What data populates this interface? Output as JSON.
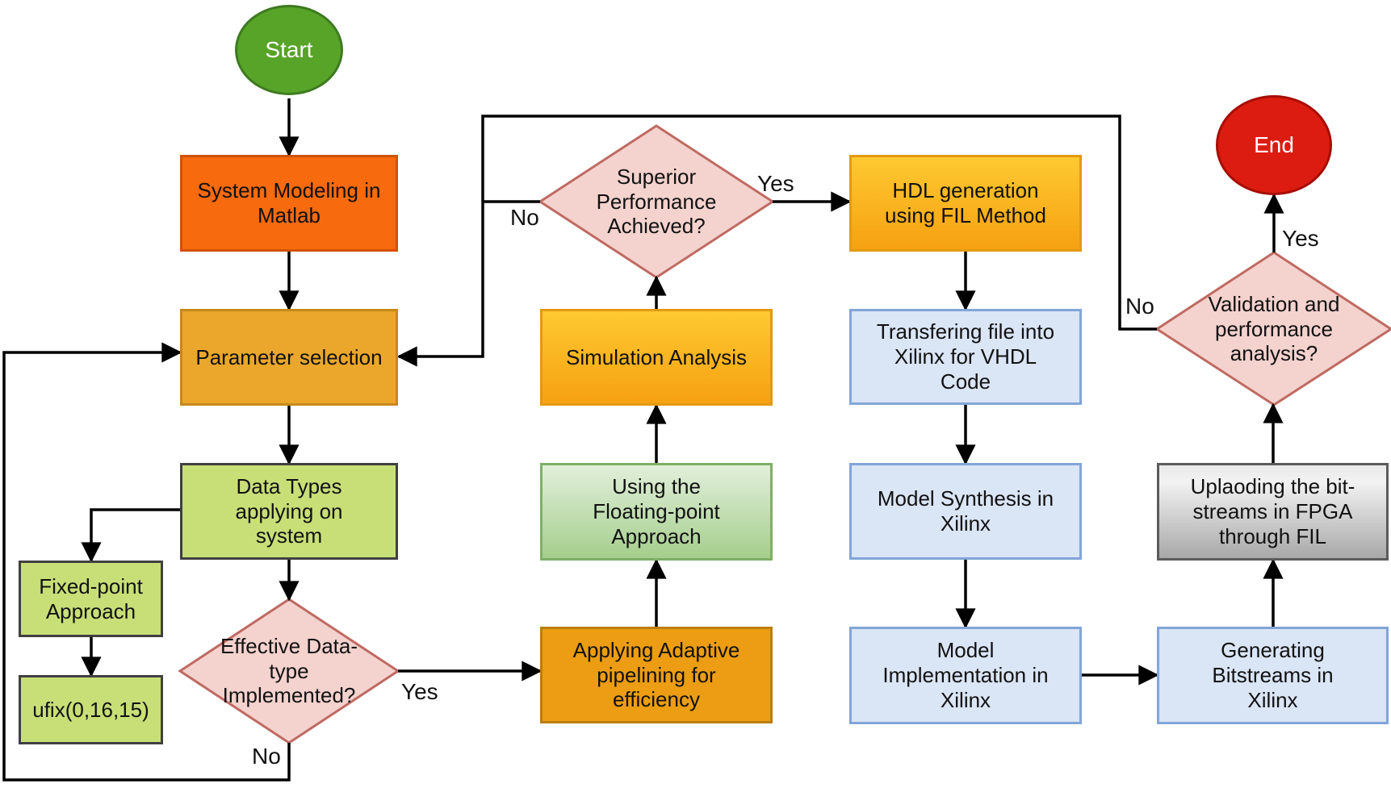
{
  "nodes": {
    "start": {
      "label": "Start"
    },
    "system_modeling": {
      "label": "System Modeling in Matlab"
    },
    "parameter_selection": {
      "label": "Parameter selection"
    },
    "data_types": {
      "label": "Data Types applying on system"
    },
    "fixed_point": {
      "label": "Fixed-point Approach"
    },
    "ufix": {
      "label": "ufix(0,16,15)"
    },
    "effective_decision": {
      "label": "Effective Data-type Implemented?"
    },
    "applying_adaptive": {
      "label": "Applying Adaptive pipelining for efficiency"
    },
    "floating_point": {
      "label": "Using the Floating-point Approach"
    },
    "simulation_analysis": {
      "label": "Simulation Analysis"
    },
    "superior_decision": {
      "label": "Superior Performance Achieved?"
    },
    "hdl_generation": {
      "label": "HDL generation using FIL Method"
    },
    "transfering_file": {
      "label": "Transfering file into Xilinx for VHDL Code"
    },
    "model_synthesis": {
      "label": "Model Synthesis in Xilinx"
    },
    "model_implementation": {
      "label": "Model Implementation in Xilinx"
    },
    "generating_bitstreams": {
      "label": "Generating Bitstreams in Xilinx"
    },
    "uploading_bitstreams": {
      "label": "Uplaoding the bit-streams in FPGA through FIL"
    },
    "validation_decision": {
      "label": "Validation and performance analysis?"
    },
    "end": {
      "label": "End"
    }
  },
  "edge_labels": {
    "effective_yes": "Yes",
    "effective_no": "No",
    "superior_yes": "Yes",
    "superior_no": "No",
    "validation_yes": "Yes",
    "validation_no": "No"
  },
  "colors": {
    "start_fill": "#57A428",
    "start_border": "#3E7A20",
    "end_fill": "#DC1C10",
    "end_border": "#A60D05",
    "process_orange_red": "#F76A0D",
    "process_amber": "#EAA72C",
    "process_orange": "#EC9D13",
    "gold_gradient_top": "#FEC931",
    "gold_gradient_bottom": "#F6A111",
    "green_light_fill": "#C8DF78",
    "green_gradient_top": "#E1EFDA",
    "green_gradient_bottom": "#A5CE8D",
    "blue_fill": "#DAE5F6",
    "blue_border": "#82A5D8",
    "gray_gradient_top": "#E9E9E9",
    "gray_gradient_bottom": "#A8A8A8",
    "decision_fill": "#F4D2CE",
    "decision_border": "#BE6A62",
    "edge_color": "#000000"
  }
}
